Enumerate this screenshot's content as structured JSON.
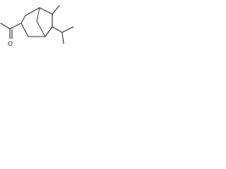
{
  "molecule": {
    "atoms": [
      {
        "id": "O1",
        "element": "O",
        "label": "O"
      }
    ]
  },
  "colors": {
    "background": "#ffffff",
    "bonds": "#1a1a1a"
  }
}
